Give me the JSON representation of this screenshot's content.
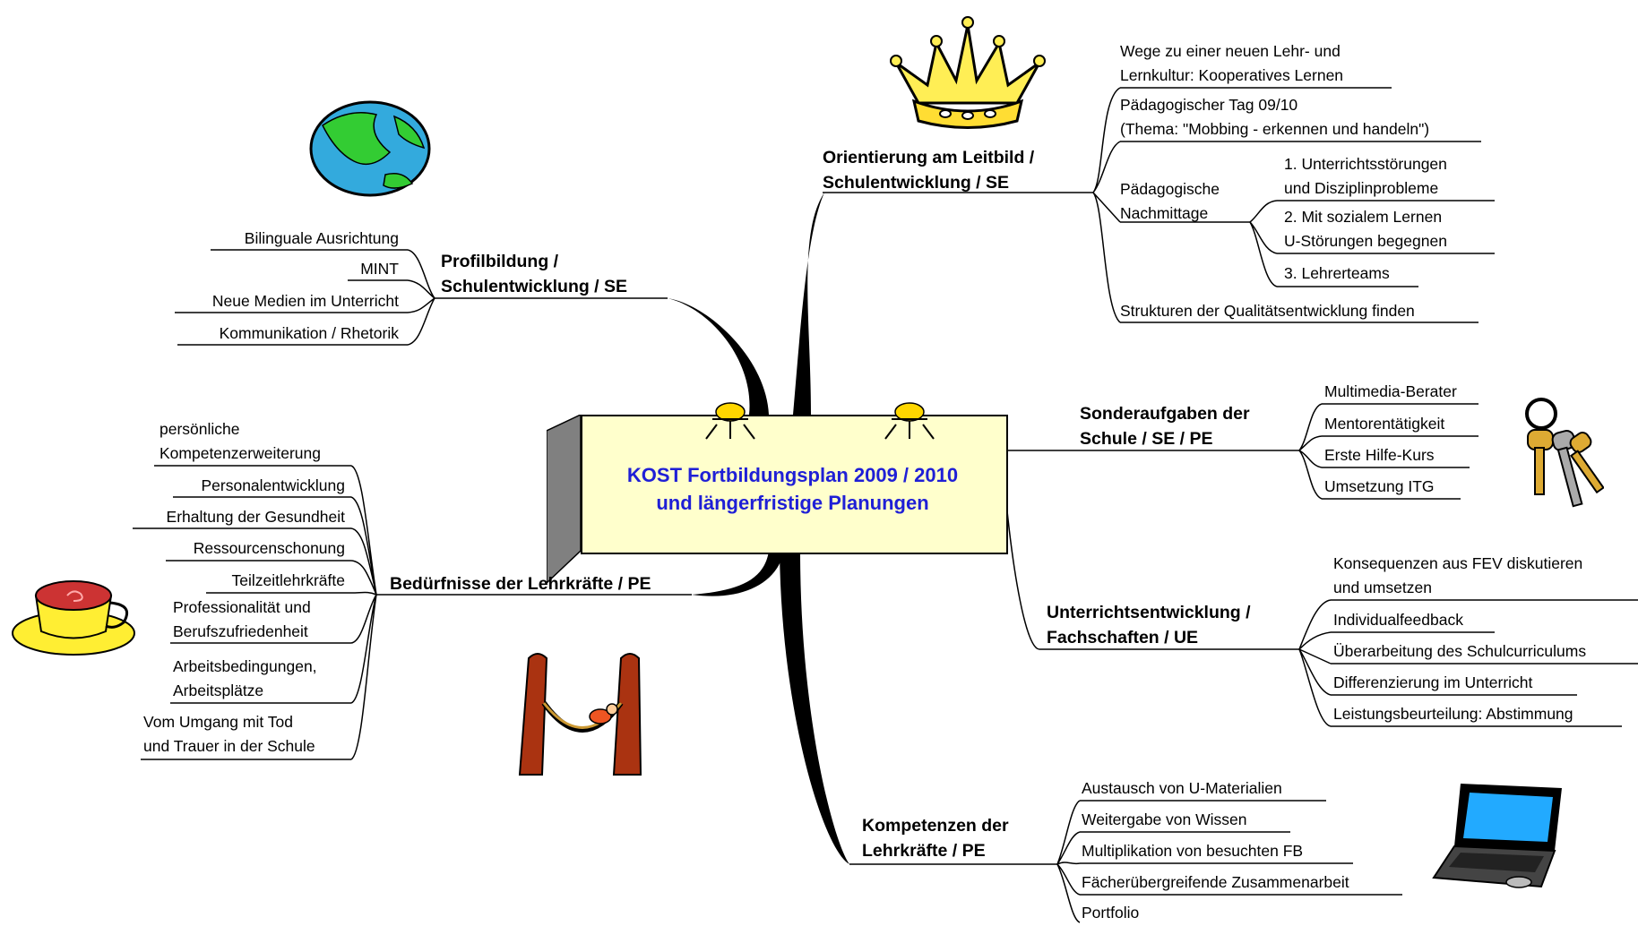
{
  "center": {
    "line1": "KOST Fortbildungsplan 2009 / 2010",
    "line2": "und längerfristige Planungen",
    "color": "#1f1fd6",
    "fill": "#ffffcc"
  },
  "branches": {
    "leitbild": {
      "title1": "Orientierung am Leitbild /",
      "title2": "Schulentwicklung / SE",
      "item1": [
        "Wege zu einer neuen Lehr- und",
        "Lernkultur: Kooperatives Lernen"
      ],
      "item2": [
        "Pädagogischer Tag 09/10",
        "(Thema: \"Mobbing - erkennen und handeln\")"
      ],
      "nachmittage": [
        "Pädagogische",
        "Nachmittage"
      ],
      "sub1": [
        "1. Unterrichtsstörungen",
        "und Disziplinprobleme"
      ],
      "sub2": [
        "2. Mit sozialem Lernen",
        "U-Störungen begegnen"
      ],
      "sub3": "3. Lehrerteams",
      "item4": "Strukturen der Qualitätsentwicklung finden"
    },
    "sonder": {
      "title1": "Sonderaufgaben der",
      "title2": "Schule / SE / PE",
      "items": [
        "Multimedia-Berater",
        "Mentorentätigkeit",
        "Erste Hilfe-Kurs",
        "Umsetzung ITG"
      ]
    },
    "unterricht": {
      "title1": "Unterrichtsentwicklung /",
      "title2": "Fachschaften / UE",
      "item1": [
        "Konsequenzen aus FEV diskutieren",
        "und umsetzen"
      ],
      "items": [
        "Individualfeedback",
        "Überarbeitung des Schulcurriculums",
        "Differenzierung im Unterricht",
        "Leistungsbeurteilung: Abstimmung"
      ]
    },
    "kompetenzen": {
      "title1": "Kompetenzen der",
      "title2": "Lehrkräfte / PE",
      "items": [
        "Austausch von U-Materialien",
        "Weitergabe von Wissen",
        "Multiplikation von besuchten FB",
        "Fächerübergreifende Zusammenarbeit",
        "Portfolio"
      ]
    },
    "profil": {
      "title1": "Profilbildung /",
      "title2": "Schulentwicklung / SE",
      "items": [
        "Bilinguale Ausrichtung",
        "MINT",
        "Neue Medien im Unterricht",
        "Kommunikation / Rhetorik"
      ]
    },
    "beduerfnisse": {
      "title": "Bedürfnisse der Lehrkräfte / PE",
      "item1": [
        "persönliche",
        "Kompetenzerweiterung"
      ],
      "item2": "Personalentwicklung",
      "item3": "Erhaltung der Gesundheit",
      "item4": "Ressourcenschonung",
      "item5": "Teilzeitlehrkräfte",
      "item6": [
        "Professionalität und",
        "Berufszufriedenheit"
      ],
      "item7": [
        "Arbeitsbedingungen,",
        "Arbeitsplätze"
      ],
      "item8": [
        "Vom Umgang mit Tod",
        "und Trauer in der Schule"
      ]
    }
  },
  "icons": [
    "crown-icon",
    "globe-icon",
    "keys-icon",
    "coffee-cup-icon",
    "hammock-icon",
    "laptop-icon",
    "lamp-icon"
  ]
}
